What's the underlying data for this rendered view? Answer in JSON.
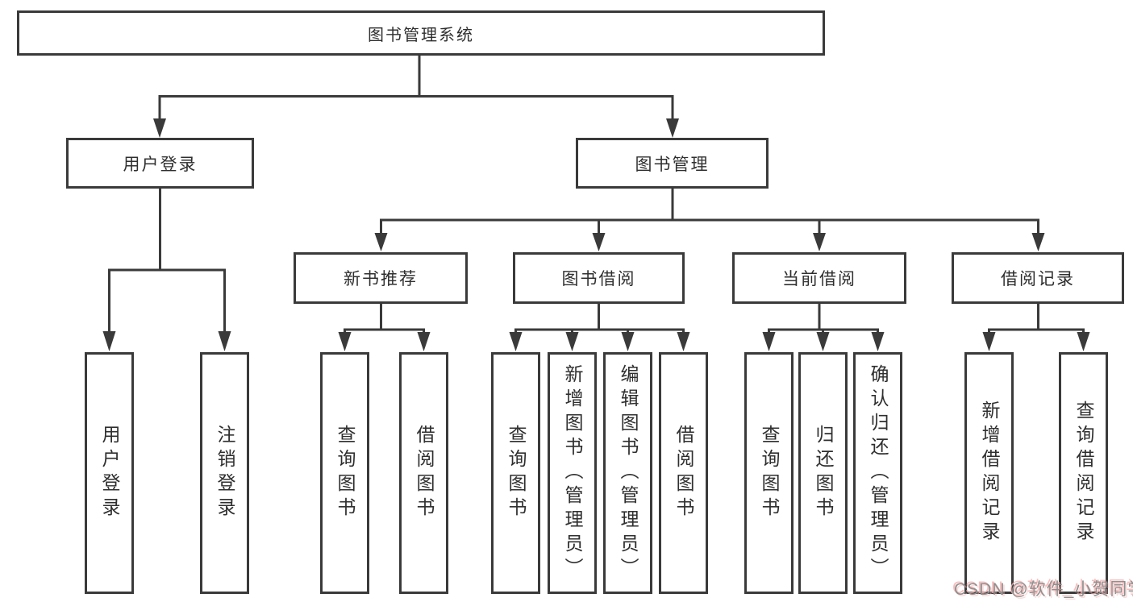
{
  "tree": {
    "root": "图书管理系统",
    "user_login": {
      "label": "用户登录",
      "children": {
        "login": "用户登录",
        "logout": "注销登录"
      }
    },
    "book_mgmt": {
      "label": "图书管理",
      "children": {
        "new_books": {
          "label": "新书推荐",
          "children": {
            "query_books": "查询图书",
            "borrow_books": "借阅图书"
          }
        },
        "book_borrow": {
          "label": "图书借阅",
          "children": {
            "query_books": "查询图书",
            "add_books_admin": "新增图书（管理员）",
            "edit_books_admin": "编辑图书（管理员）",
            "borrow_books": "借阅图书"
          }
        },
        "current_borrow": {
          "label": "当前借阅",
          "children": {
            "query_books": "查询图书",
            "return_books": "归还图书",
            "confirm_return_admin": "确认归还（管理员）"
          }
        },
        "borrow_records": {
          "label": "借阅记录",
          "children": {
            "add_record": "新增借阅记录",
            "query_record": "查询借阅记录"
          }
        }
      }
    }
  },
  "colors": {
    "line": "#3a3a3a",
    "box_border": "#3a3a3a",
    "text": "#2f2f2f",
    "watermark_gray": "#8f8f8f",
    "watermark_pink": "#f8b2b2"
  },
  "watermark": "CSDN @软件_小贺同学"
}
